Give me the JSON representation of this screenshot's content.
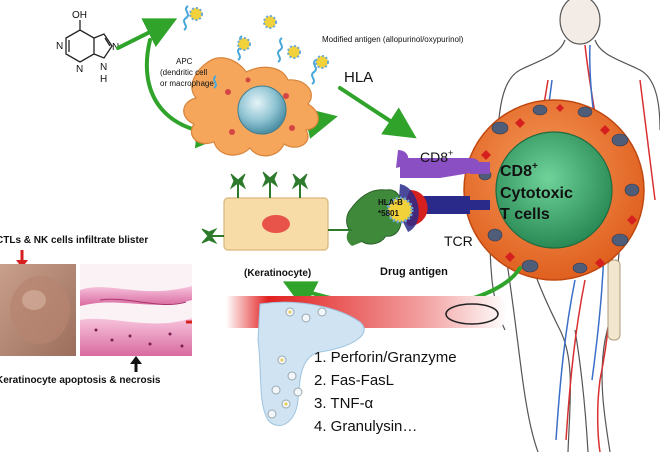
{
  "molecule": {
    "oh_label": "OH",
    "n1": "N",
    "n2": "N",
    "n3": "N",
    "nh": "N",
    "h": "H"
  },
  "apc": {
    "label_line1": "APC",
    "label_line2": "(dendritic cell",
    "label_line3": "or macrophage)"
  },
  "modified_antigen_label": "Modified antigen (allopurinol/oxypurinol)",
  "hla_label": "HLA",
  "cd8_receptor_label": "CD8",
  "cd8_superscript": "+",
  "cytotoxic_cell": {
    "line1": "CD8",
    "line1_sup": "+",
    "line2": "Cytotoxic",
    "line3": "T cells"
  },
  "hla_b_label_line1": "HLA-B",
  "hla_b_label_line2": "*5801",
  "tcr_label": "TCR",
  "drug_antigen_label": "Drug antigen",
  "keratinocyte_label": "(Keratinocyte)",
  "ctl_infiltrate_label": "CTLs & NK cells infiltrate blister",
  "apoptosis_label": "Keratinocyte apoptosis & necrosis",
  "mediators": [
    "1.  Perforin/Granzyme",
    "2.  Fas-FasL",
    "3.  TNF-α",
    "4.  Granulysin…"
  ],
  "colors": {
    "arrow_green": "#2fa32a",
    "apc_orange": "#f5a65b",
    "nucleus_blue": "#7fb8c8",
    "cytotoxic_orange": "#f07a3a",
    "cytotoxic_nucleus": "#3fae6e",
    "cd8_purple": "#8a4fc2",
    "tcr_navy": "#2a2a8a",
    "hla_green": "#3f8a3a",
    "keratinocyte_fill": "#f7dca8",
    "vessel_red": "#e02020",
    "cross_green": "#2d7a2d"
  }
}
